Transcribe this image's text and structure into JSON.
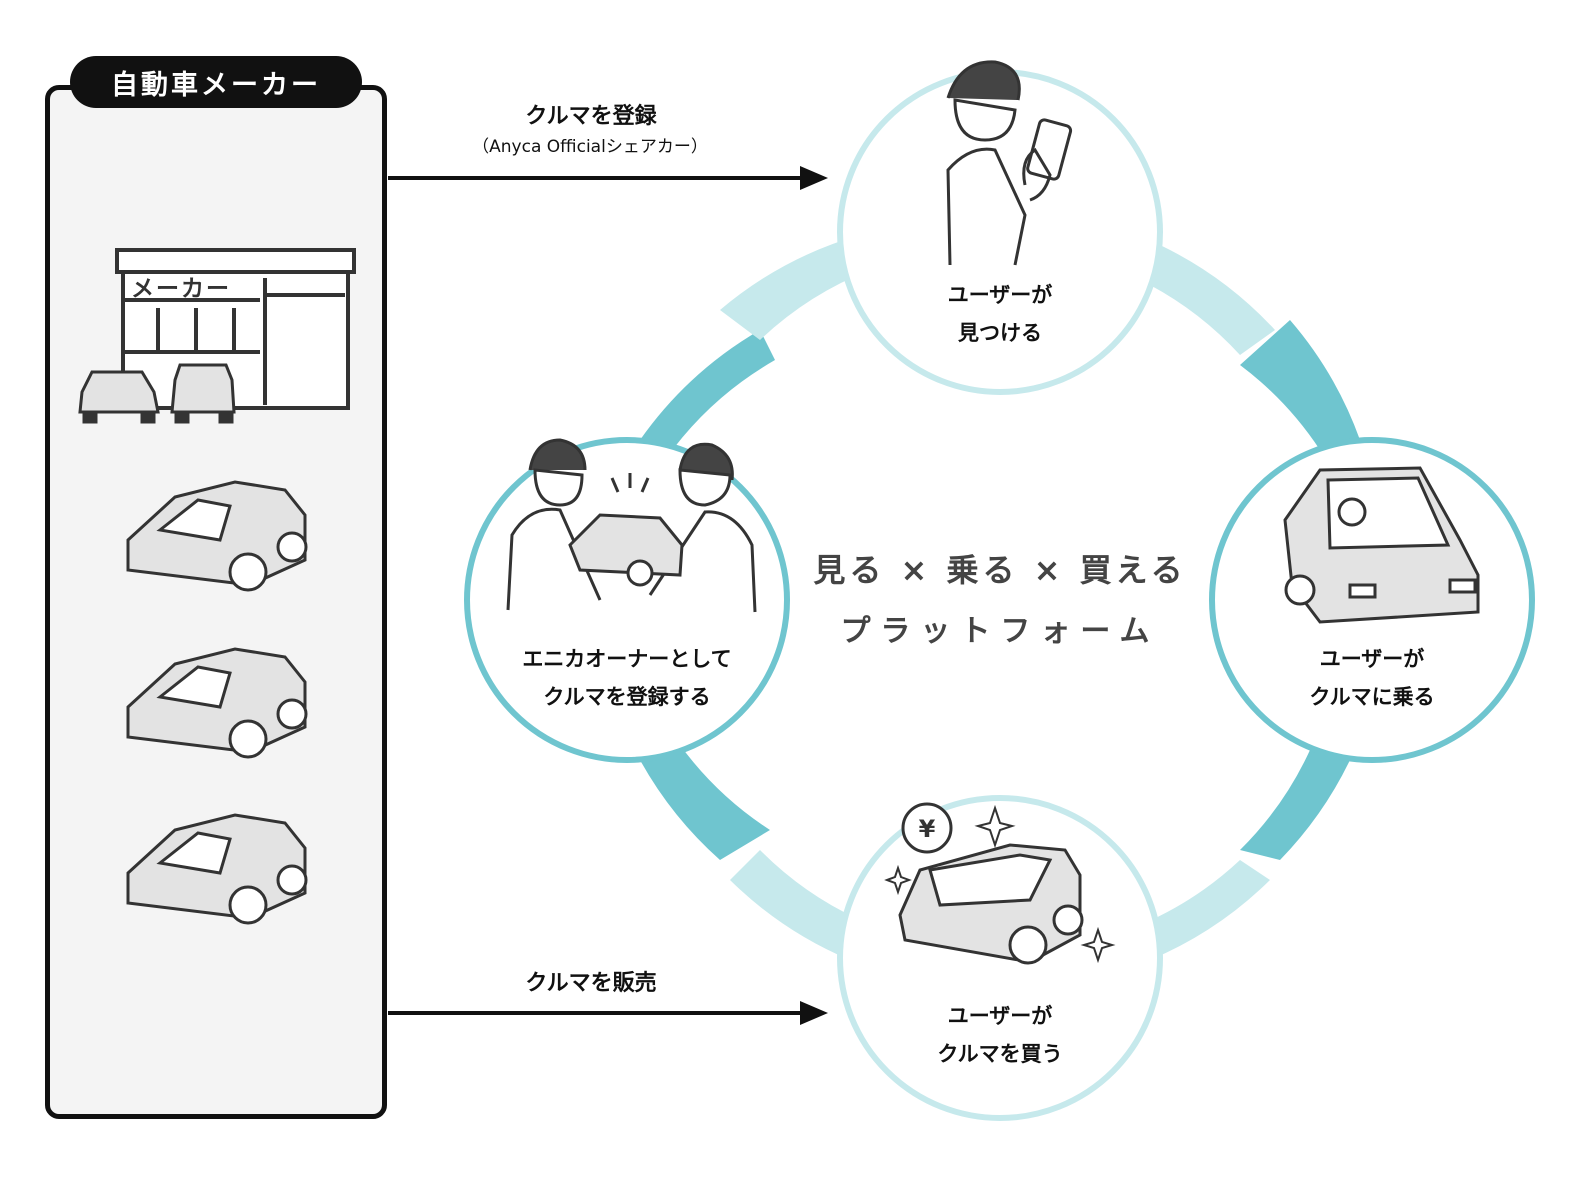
{
  "maker": {
    "label": "自動車メーカー",
    "sign": "メーカー"
  },
  "arrows": {
    "register": "クルマを登録",
    "register_sub": "（Anyca Officialシェアカー）",
    "sell": "クルマを販売"
  },
  "nodes": {
    "find": [
      "ユーザーが",
      "見つける"
    ],
    "ride": [
      "ユーザーが",
      "クルマに乗る"
    ],
    "buy": [
      "ユーザーが",
      "クルマを買う"
    ],
    "owner": [
      "エニカオーナーとして",
      "クルマを登録する"
    ]
  },
  "center": {
    "title": "見る × 乗る × 買える",
    "subtitle": "プラットフォーム"
  },
  "colors": {
    "dark_teal": "#6fc5cf",
    "light_teal": "#c6e9ec",
    "ink": "#111111",
    "panel_bg": "#f4f4f4"
  }
}
